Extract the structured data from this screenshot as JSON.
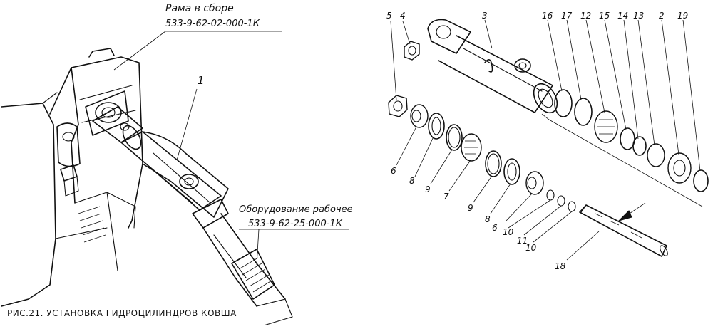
{
  "left_view": {
    "frame_label_line1": "Рама в сборе",
    "frame_label_line2": "533-9-62-02-000-1К",
    "equipment_label_line1": "Оборудование рабочее",
    "equipment_label_line2": "533-9-62-25-000-1К",
    "callout_1": "1"
  },
  "exploded_view": {
    "callouts": {
      "n5": "5",
      "n4": "4",
      "n3": "3",
      "n16": "16",
      "n17": "17",
      "n12": "12",
      "n15": "15",
      "n14": "14",
      "n13": "13",
      "n2": "2",
      "n19": "19",
      "n6a": "6",
      "n8a": "8",
      "n9a": "9",
      "n7": "7",
      "n9b": "9",
      "n8b": "8",
      "n6b": "6",
      "n10a": "10",
      "n11": "11",
      "n10b": "10",
      "n18": "18"
    }
  },
  "caption": "РИС.21. УСТАНОВКА ГИДРОЦИЛИНДРОВ КОВША"
}
